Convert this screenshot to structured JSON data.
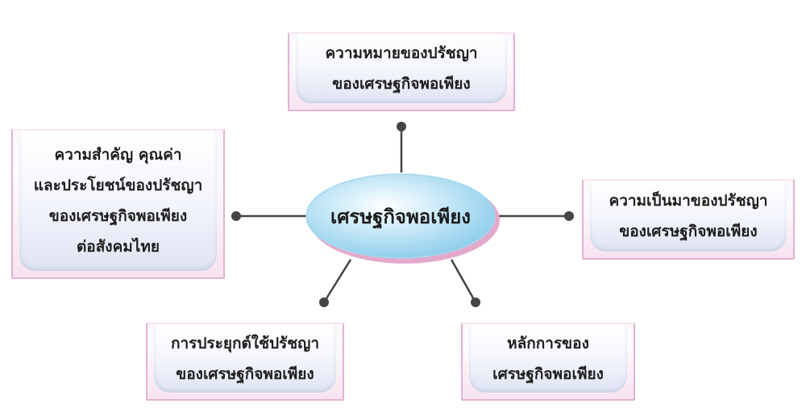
{
  "center": {
    "label": "เศรษฐกิจพอเพียง"
  },
  "topics": {
    "meaning": {
      "lines": [
        "ความหมายของปรัชญา",
        "ของเศรษฐกิจพอเพียง"
      ]
    },
    "importance": {
      "lines": [
        "ความสำคัญ  คุณค่า",
        "และประโยชน์ของปรัชญา",
        "ของเศรษฐกิจพอเพียง",
        "ต่อสังคมไทย"
      ]
    },
    "origin": {
      "lines": [
        "ความเป็นมาของปรัชญา",
        "ของเศรษฐกิจพอเพียง"
      ]
    },
    "application": {
      "lines": [
        "การประยุกต์ใช้ปรัชญา",
        "ของเศรษฐกิจพอเพียง"
      ]
    },
    "principles": {
      "lines": [
        "หลักการของ",
        "เศรษฐกิจพอเพียง"
      ]
    }
  },
  "colors": {
    "connector": "#444444",
    "center_fill_light": "#ffffff",
    "center_fill_mid": "#d6effa",
    "center_fill_dark": "#8dcdeb",
    "center_shadow": "#e3a9cc",
    "box_border": "#e3b3d2"
  }
}
